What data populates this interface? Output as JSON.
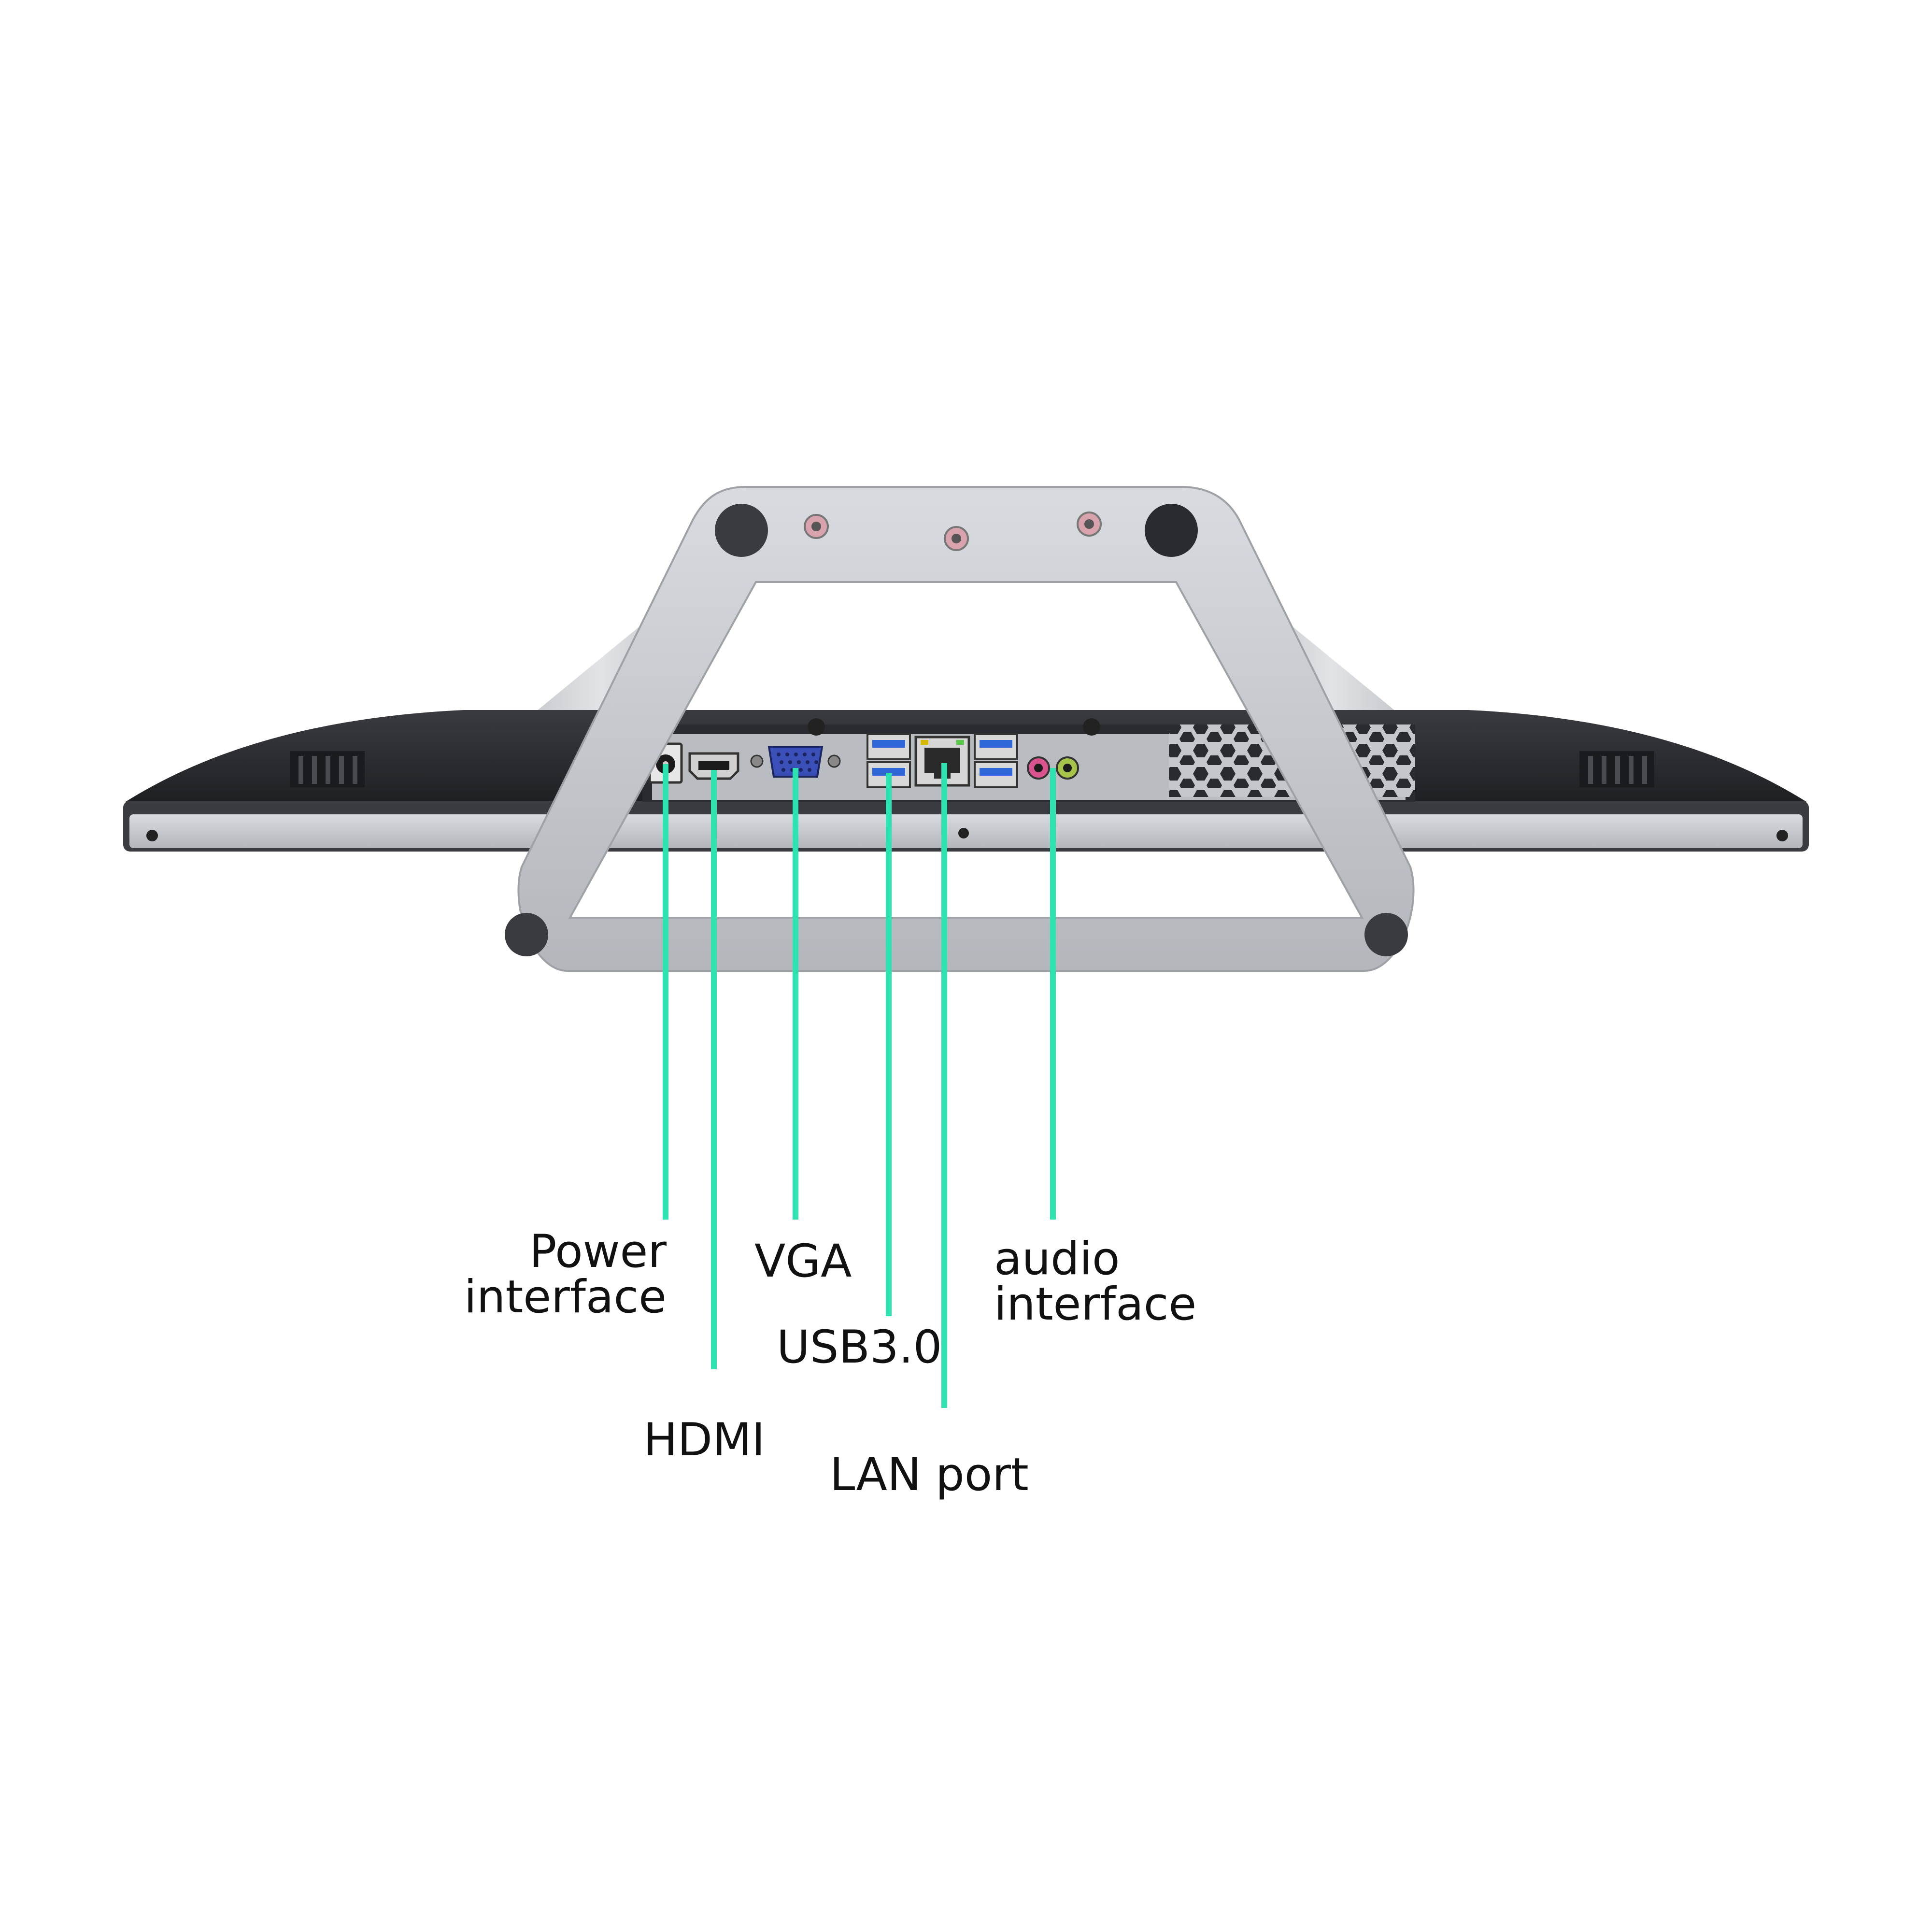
{
  "colors": {
    "background": "#ffffff",
    "leader_line": "#2ee3b0",
    "stand_silver": "#c3c7cc",
    "chassis_dark": "#2b2c31",
    "io_plate": "#b9bcc1",
    "usb_blue": "#2f66d8",
    "vga_blue": "#3b4fb8",
    "audio_pink": "#d9548e",
    "audio_green": "#a6c34a"
  },
  "icons": {
    "power_port": "dc-power-jack-icon",
    "hdmi_port": "hdmi-port-icon",
    "vga_port": "vga-port-icon",
    "usb_ports": "usb3-port-icon",
    "lan_port": "rj45-port-icon",
    "audio_ports": "audio-jack-icon"
  },
  "labels": {
    "power": [
      "Power",
      "interface"
    ],
    "hdmi": "HDMI",
    "vga": "VGA",
    "usb": "USB3.0",
    "lan": "LAN port",
    "audio": [
      "audio",
      "interface"
    ]
  }
}
